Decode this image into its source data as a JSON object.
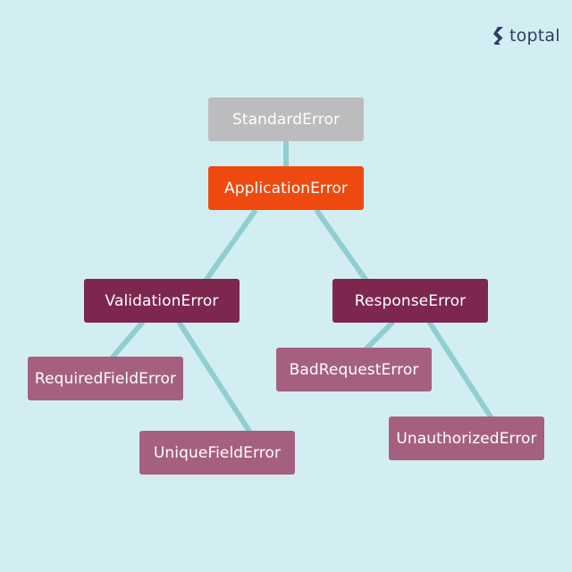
{
  "brand": {
    "name": "toptal",
    "logo_icon": "toptal-logo-icon",
    "color": "#2f3d63"
  },
  "colors": {
    "background": "#d3eef3",
    "edge": "#8fcfd1",
    "root": "#bcbcbe",
    "application": "#ee4a10",
    "level2": "#7d2650",
    "leaf": "#a6607f"
  },
  "diagram": {
    "nodes": [
      {
        "id": "standard",
        "label": "StandardError",
        "color": "#bcbcbe"
      },
      {
        "id": "application",
        "label": "ApplicationError",
        "color": "#ee4a10"
      },
      {
        "id": "validation",
        "label": "ValidationError",
        "color": "#7d2650"
      },
      {
        "id": "response",
        "label": "ResponseError",
        "color": "#7d2650"
      },
      {
        "id": "requiredfield",
        "label": "RequiredFieldError",
        "color": "#a6607f"
      },
      {
        "id": "uniquefield",
        "label": "UniqueFieldError",
        "color": "#a6607f"
      },
      {
        "id": "badrequest",
        "label": "BadRequestError",
        "color": "#a6607f"
      },
      {
        "id": "unauthorized",
        "label": "UnauthorizedError",
        "color": "#a6607f"
      }
    ],
    "edges": [
      {
        "from": "standard",
        "to": "application"
      },
      {
        "from": "application",
        "to": "validation"
      },
      {
        "from": "application",
        "to": "response"
      },
      {
        "from": "validation",
        "to": "requiredfield"
      },
      {
        "from": "validation",
        "to": "uniquefield"
      },
      {
        "from": "response",
        "to": "badrequest"
      },
      {
        "from": "response",
        "to": "unauthorized"
      }
    ]
  }
}
